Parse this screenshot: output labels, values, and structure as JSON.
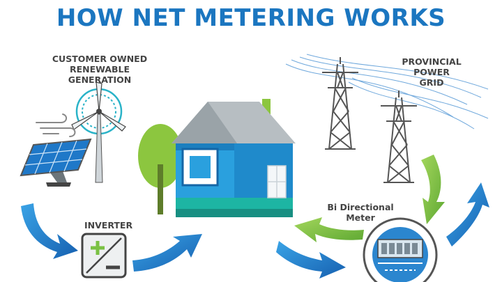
{
  "title": "HOW NET METERING WORKS",
  "labels": {
    "generation": [
      "CUSTOMER OWNED",
      "RENEWABLE GENERATION"
    ],
    "grid": [
      "PROVINCIAL",
      "POWER GRID"
    ],
    "inverter": "INVERTER",
    "meter": [
      "Bi Directional",
      "Meter"
    ]
  },
  "colors": {
    "title": "#1b76c0",
    "flow_blue": "#1a6fc0",
    "flow_green": "#7ac143",
    "house_wall": "#2aa0de",
    "house_roof": "#9aa3a8",
    "house_base": "#1db5a3",
    "tree": "#8cc63f",
    "label_text": "#444444"
  },
  "icons": [
    "wind-turbine-icon",
    "wind-gust-icon",
    "solar-panel-icon",
    "inverter-icon",
    "house-icon",
    "tree-icon",
    "transmission-tower-icon",
    "power-line-icon",
    "electric-meter-icon"
  ]
}
